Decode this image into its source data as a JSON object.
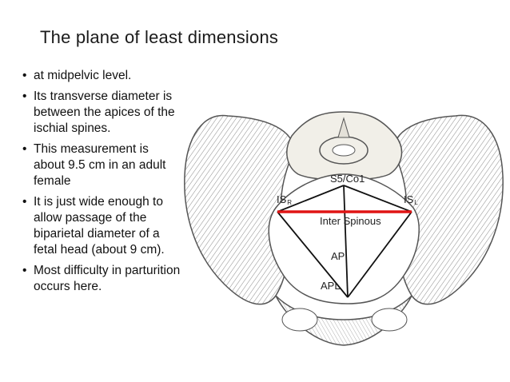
{
  "slide": {
    "title": "The plane of least dimensions",
    "bullets": [
      "at midpelvic level.",
      "Its transverse diameter is between the apices of the ischial spines.",
      "This measurement is about 9.5 cm in an adult female",
      "It is just wide enough to allow passage of the biparietal diameter of a fetal head (about 9 cm).",
      "Most difficulty in parturition occurs here."
    ],
    "bullet_glyph": "•"
  },
  "diagram": {
    "labels": {
      "s5_co1": "S5/Co1",
      "is_r_main": "IS",
      "is_r_sub": "R",
      "is_l_main": "IS",
      "is_l_sub": "L",
      "inter_spinous": "Inter Spinous",
      "ap": "AP",
      "apl": "APL"
    },
    "colors": {
      "interspinous_line": "#e01414",
      "lines": "#111111",
      "bone_fill": "#f1efe8",
      "bone_stroke": "#555555",
      "hatch": "#8a8a8a"
    }
  }
}
